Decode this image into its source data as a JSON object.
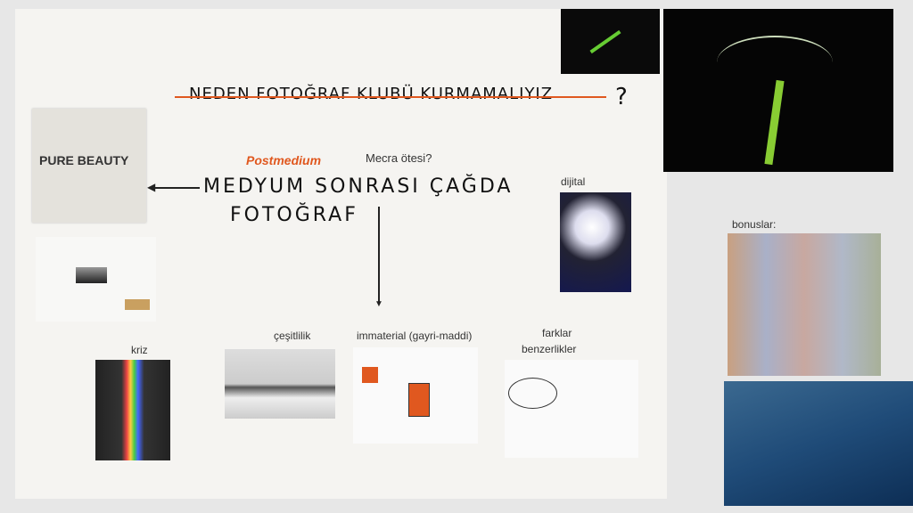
{
  "board": {
    "title_struck": "NEDEN FOTOĞRAF KLUBÜ KURMAMALIYIZ",
    "title_qmark": "?",
    "postmedium": "Postmedium",
    "mecra": "Mecra ötesi?",
    "main_line1": "MEDYUM SONRASI ÇAĞDA",
    "main_line2": "FOTOĞRAF",
    "pure_beauty": "PURE BEAUTY",
    "dijital": "dijital",
    "kriz": "kriz",
    "cesitlilik": "çeşitlilik",
    "immaterial": "immaterial (gayri-maddi)",
    "farklar1": "farklar",
    "farklar2": "benzerlikler",
    "bonuslar": "bonuslar:"
  },
  "colors": {
    "accent": "#e0581f",
    "canvas": "#f5f4f1"
  }
}
